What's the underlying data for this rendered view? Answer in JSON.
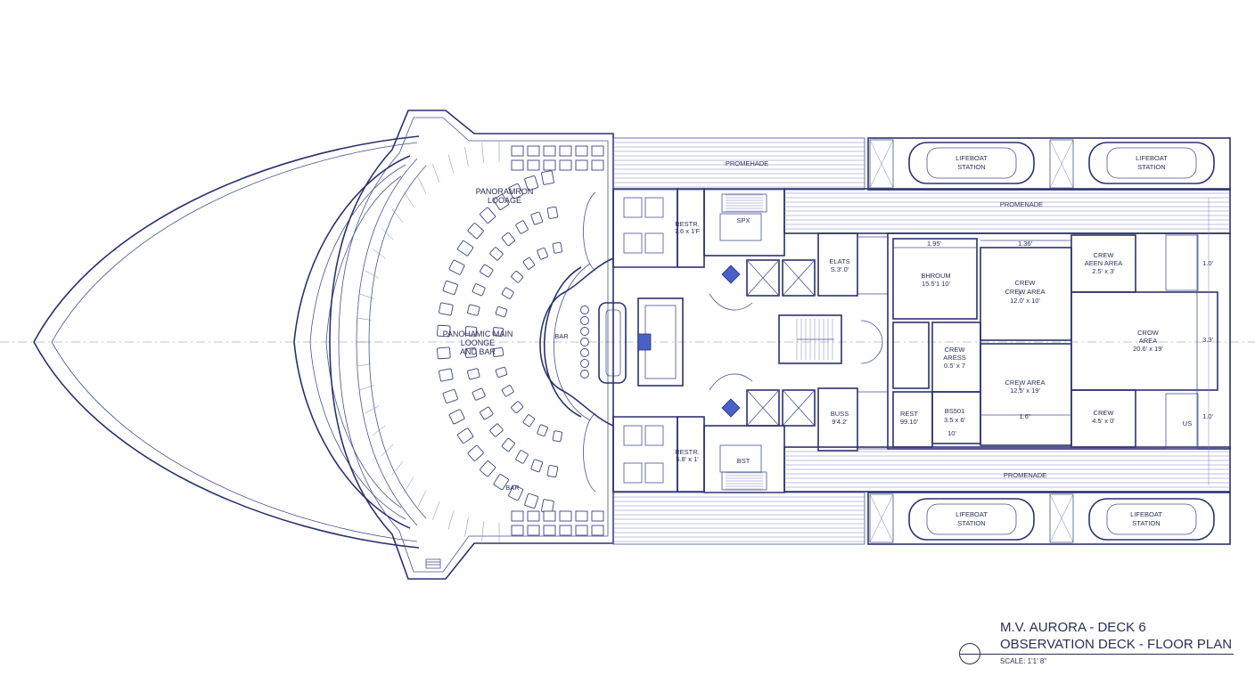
{
  "title_block": {
    "line1": "M.V. AURORA - DECK 6",
    "line2": "OBSERVATION DECK - FLOOR PLAN",
    "scale": "SCALE: 1'1' 8\""
  },
  "labels": {
    "promenade_top": "PROMEHADE",
    "promenade_mid_top": "PROMENADE",
    "promenade_mid_bottom": "PROMENADE",
    "lifeboat_1_line1": "LIFEBOAT",
    "lifeboat_1_line2": "STATION",
    "lifeboat_2_line1": "LIFEBOAT",
    "lifeboat_2_line2": "STATION",
    "lifeboat_3_line1": "LIFEBOAT",
    "lifeboat_3_line2": "STATION",
    "lifeboat_4_line1": "LIFEBOAT",
    "lifeboat_4_line2": "STATION",
    "panorama_lounge_line1": "PANORAMRON",
    "panorama_lounge_line2": "LOOAGE",
    "main_lounge_line1": "PANOHAMIC MAIN",
    "main_lounge_line2": "LOONGE",
    "main_lounge_line3": "AND BAR",
    "bar_center": "BAR",
    "bar_bottom": "BAR",
    "restr_top": "RESTR.",
    "restr_top_dim": "7.6 x 1'F",
    "restr_bottom": "RESTR.",
    "restr_bottom_dim": "5.8' x 1'",
    "spx": "SPX",
    "bst": "BST",
    "elats": "ELATS",
    "elats_dim": "S.3'.0'",
    "buss": "BUSS",
    "buss_dim": "9'4.2'",
    "bhroum": "BHROUM",
    "bhroum_dim": "15.5'1 10'",
    "dim_195": "1.95'",
    "dim_136": "1.36'",
    "crew_crew_area_line1": "CREW",
    "crew_crew_area_line2": "CREW AREA",
    "crew_crew_area_dim": "12.0' x 10'",
    "crew_aeen_line1": "CREW",
    "crew_aeen_line2": "AEEN AREA",
    "crew_aeen_dim": "2.5' x 3'",
    "crow_area_line1": "CROW",
    "crow_area_line2": "AREA",
    "crow_area_dim": "20.6' x 19'",
    "crew_aress_line1": "CREW",
    "crew_aress_line2": "ARESS",
    "crew_aress_dim": "0.5' x 7",
    "crew_area_mid": "CREW AREA",
    "crew_area_mid_dim": "12.5' x 19'",
    "dim_16": "1.6\"",
    "rest_small": "REST",
    "rest_small_dim": "99.10'",
    "bs501": "BS501",
    "bs501_dim": "3.5 x 6'",
    "dim_10": "10'",
    "crew_small": "CREW",
    "crew_small_dim": "4.5' x 0'",
    "us": "US",
    "right_dim_1": "1.0'",
    "right_dim_2": "3.3'",
    "right_dim_3": "1.0'"
  }
}
